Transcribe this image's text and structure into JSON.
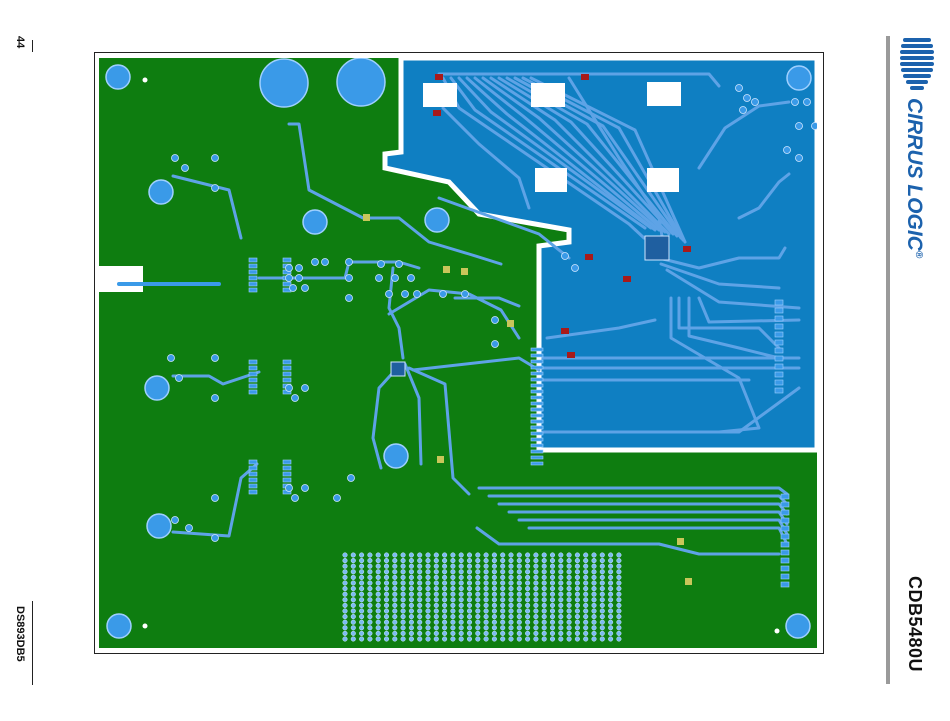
{
  "page": {
    "page_number": "44",
    "document_code": "DS893DB5",
    "product_name": "CDB5480U",
    "company_name": "CIRRUS LOGIC",
    "trademark_symbol": "®"
  },
  "colors": {
    "ground_plane": "#0e7d10",
    "copper_pour": "#0f7fc2",
    "trace": "#5ea3e6",
    "pad": "#3a9ae8",
    "pad_highlight": "#c9c65a",
    "pad_red": "#a81a1a",
    "logo_blue": "#1c62ad"
  }
}
